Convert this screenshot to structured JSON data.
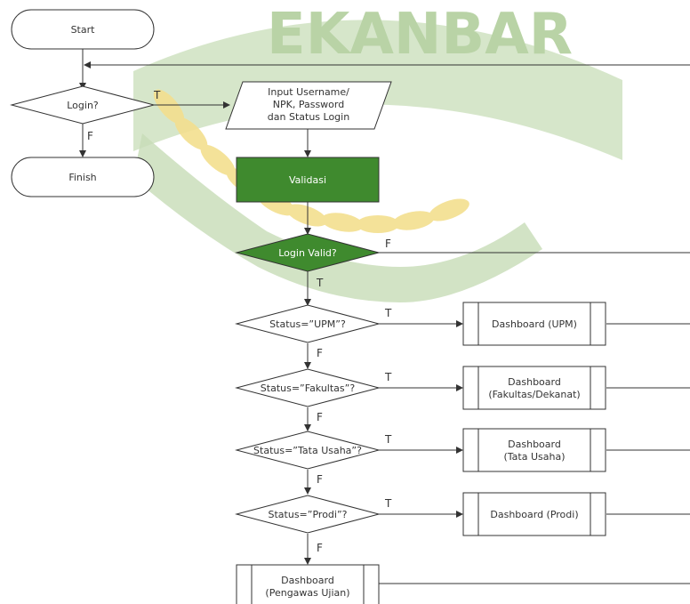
{
  "watermark": {
    "text": "EKANBAR"
  },
  "nodes": {
    "start": "Start",
    "login": "Login?",
    "finish": "Finish",
    "input": [
      "Input Username/",
      "NPK, Password",
      "dan Status Login"
    ],
    "validasi": "Validasi",
    "login_valid": "Login Valid?",
    "status_upm": "Status=”UPM”?",
    "status_fakultas": "Status=”Fakultas”?",
    "status_tu": "Status=”Tata Usaha”?",
    "status_prodi": "Status=”Prodi”?",
    "dash_upm": "Dashboard (UPM)",
    "dash_fakultas": [
      "Dashboard",
      "(Fakultas/Dekanat)"
    ],
    "dash_tu": [
      "Dashboard",
      "(Tata Usaha)"
    ],
    "dash_prodi": "Dashboard (Prodi)",
    "dash_pengawas": [
      "Dashboard",
      "(Pengawas Ujian)"
    ]
  },
  "edge_labels": {
    "true": "T",
    "false": "F"
  },
  "colors": {
    "line": "#333333",
    "box_fill": "#ffffff",
    "highlight_fill": "#3f8a2e",
    "watermark_green": "#b9d3a6",
    "watermark_yellow": "#f3df8f"
  }
}
